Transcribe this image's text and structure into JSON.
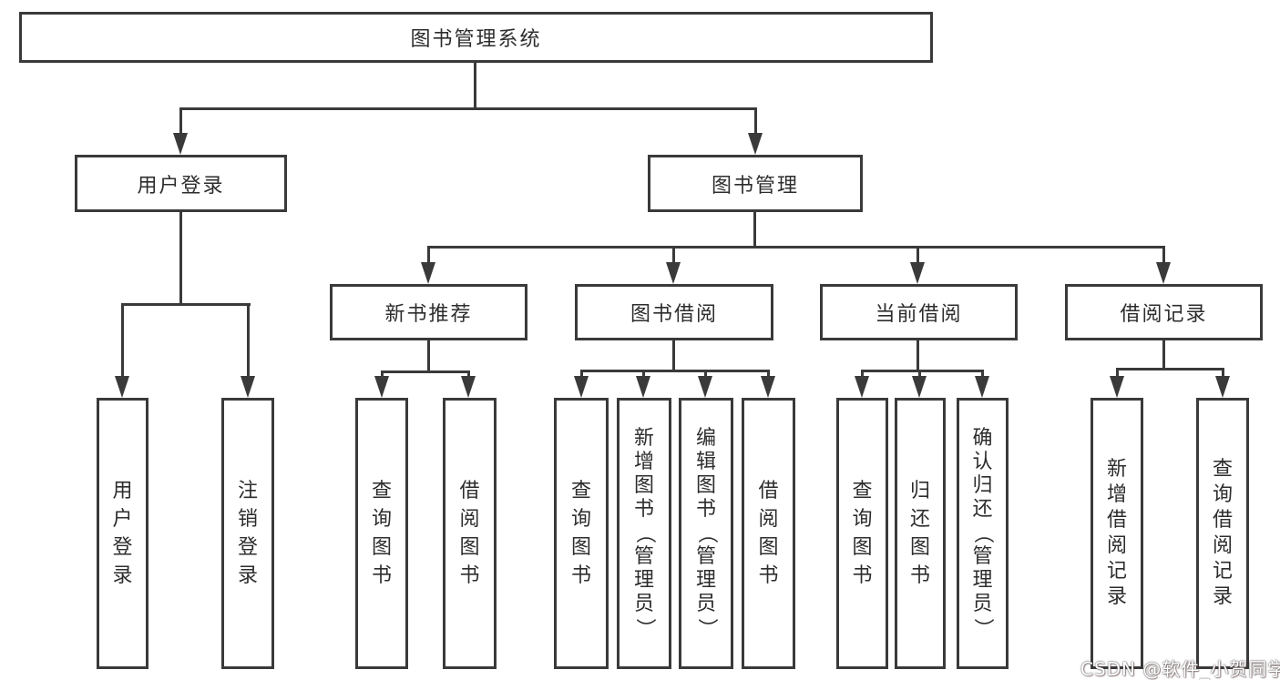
{
  "diagram_title": "图书管理系统",
  "nodes": {
    "root": "图书管理系统",
    "user_login": "用户登录",
    "book_mgmt": "图书管理",
    "new_book_rec": "新书推荐",
    "book_borrow": "图书借阅",
    "current_borrow": "当前借阅",
    "borrow_records": "借阅记录",
    "v_user_login": "用户登录",
    "v_logout": "注销登录",
    "v_query_book_1": "查询图书",
    "v_borrow_book_1": "借阅图书",
    "v_query_book_2": "查询图书",
    "v_add_book_admin": "新增图书（管理员）",
    "v_edit_book_admin": "编辑图书（管理员）",
    "v_borrow_book_2": "借阅图书",
    "v_query_book_3": "查询图书",
    "v_return_book": "归还图书",
    "v_confirm_return_admin": "确认归还（管理员）",
    "v_add_borrow_record": "新增借阅记录",
    "v_query_borrow_record": "查询借阅记录"
  },
  "watermark": {
    "text": "CSDN @软件_小贺同学"
  },
  "colors": {
    "line": "#3a3a3a",
    "text": "#2d2d2d",
    "background": "#ffffff"
  }
}
